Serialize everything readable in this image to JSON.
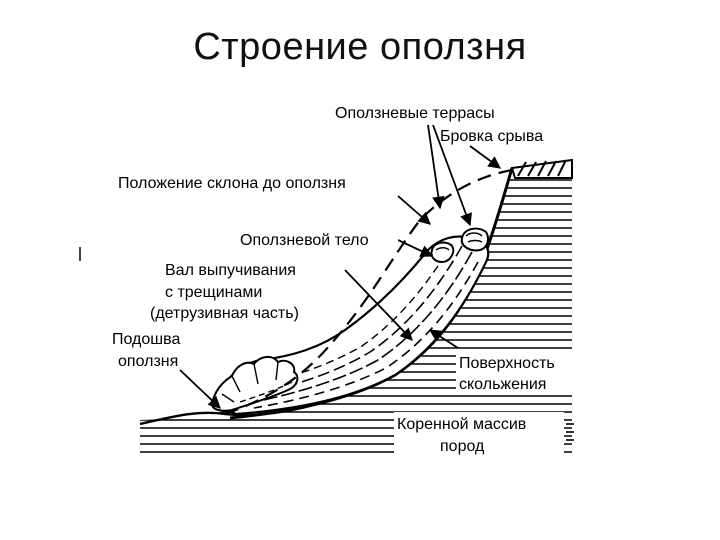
{
  "title": "Строение оползня",
  "labels": {
    "terraces": "Оползневые террасы",
    "scarp_edge": "Бровка срыва",
    "slope_before": "Положение склона до оползня",
    "body": "Оползневой тело",
    "bulge_line1": "Вал выпучивания",
    "bulge_line2": "с трещинами",
    "bulge_line3": "(детрузивная часть)",
    "toe_line1": "Подошва",
    "toe_line2": "оползня",
    "slip_line1": "Поверхность",
    "slip_line2": "скольжения",
    "bedrock_line1": "Коренной массив",
    "bedrock_line2": "пород"
  }
}
